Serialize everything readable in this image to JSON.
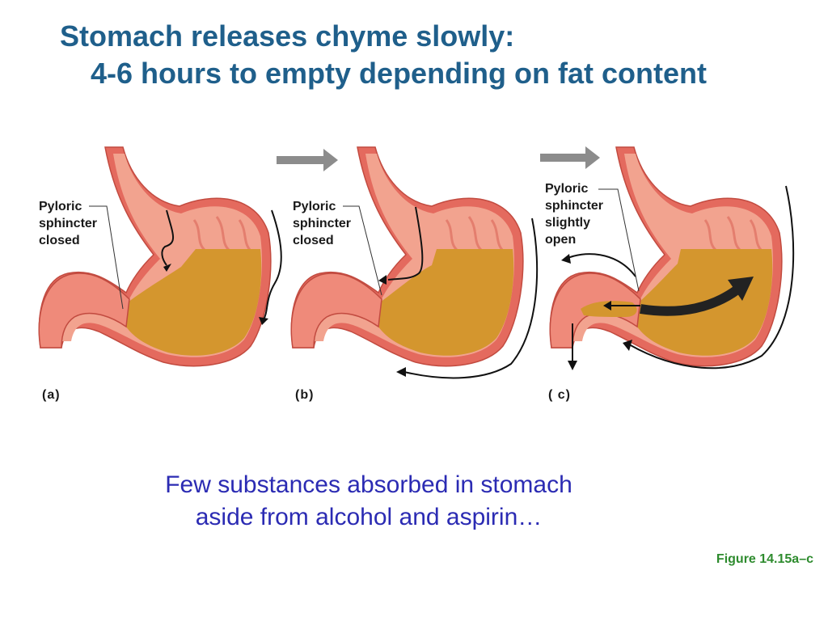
{
  "title": {
    "line1": "Stomach releases chyme slowly:",
    "line2": "4-6 hours to empty depending on fat content"
  },
  "panels": [
    {
      "letter": "(a)",
      "label_lines": [
        "Pyloric",
        "sphincter",
        "closed"
      ]
    },
    {
      "letter": "(b)",
      "label_lines": [
        "Pyloric",
        "sphincter",
        "closed"
      ]
    },
    {
      "letter": "( c)",
      "label_lines": [
        "Pyloric",
        "sphincter",
        "slightly",
        "open"
      ]
    }
  ],
  "caption": {
    "line1": "Few substances absorbed in stomach",
    "line2": "aside from alcohol and aspirin…"
  },
  "figure_ref": "Figure 14.15a–c",
  "colors": {
    "title": "#1f5f8b",
    "caption": "#2b2bb3",
    "figure_ref": "#2e8b2e",
    "stomach_wall": "#e46a5e",
    "stomach_inner": "#f2a38f",
    "chyme": "#d4962e",
    "arrow_gray": "#8c8c8c"
  }
}
